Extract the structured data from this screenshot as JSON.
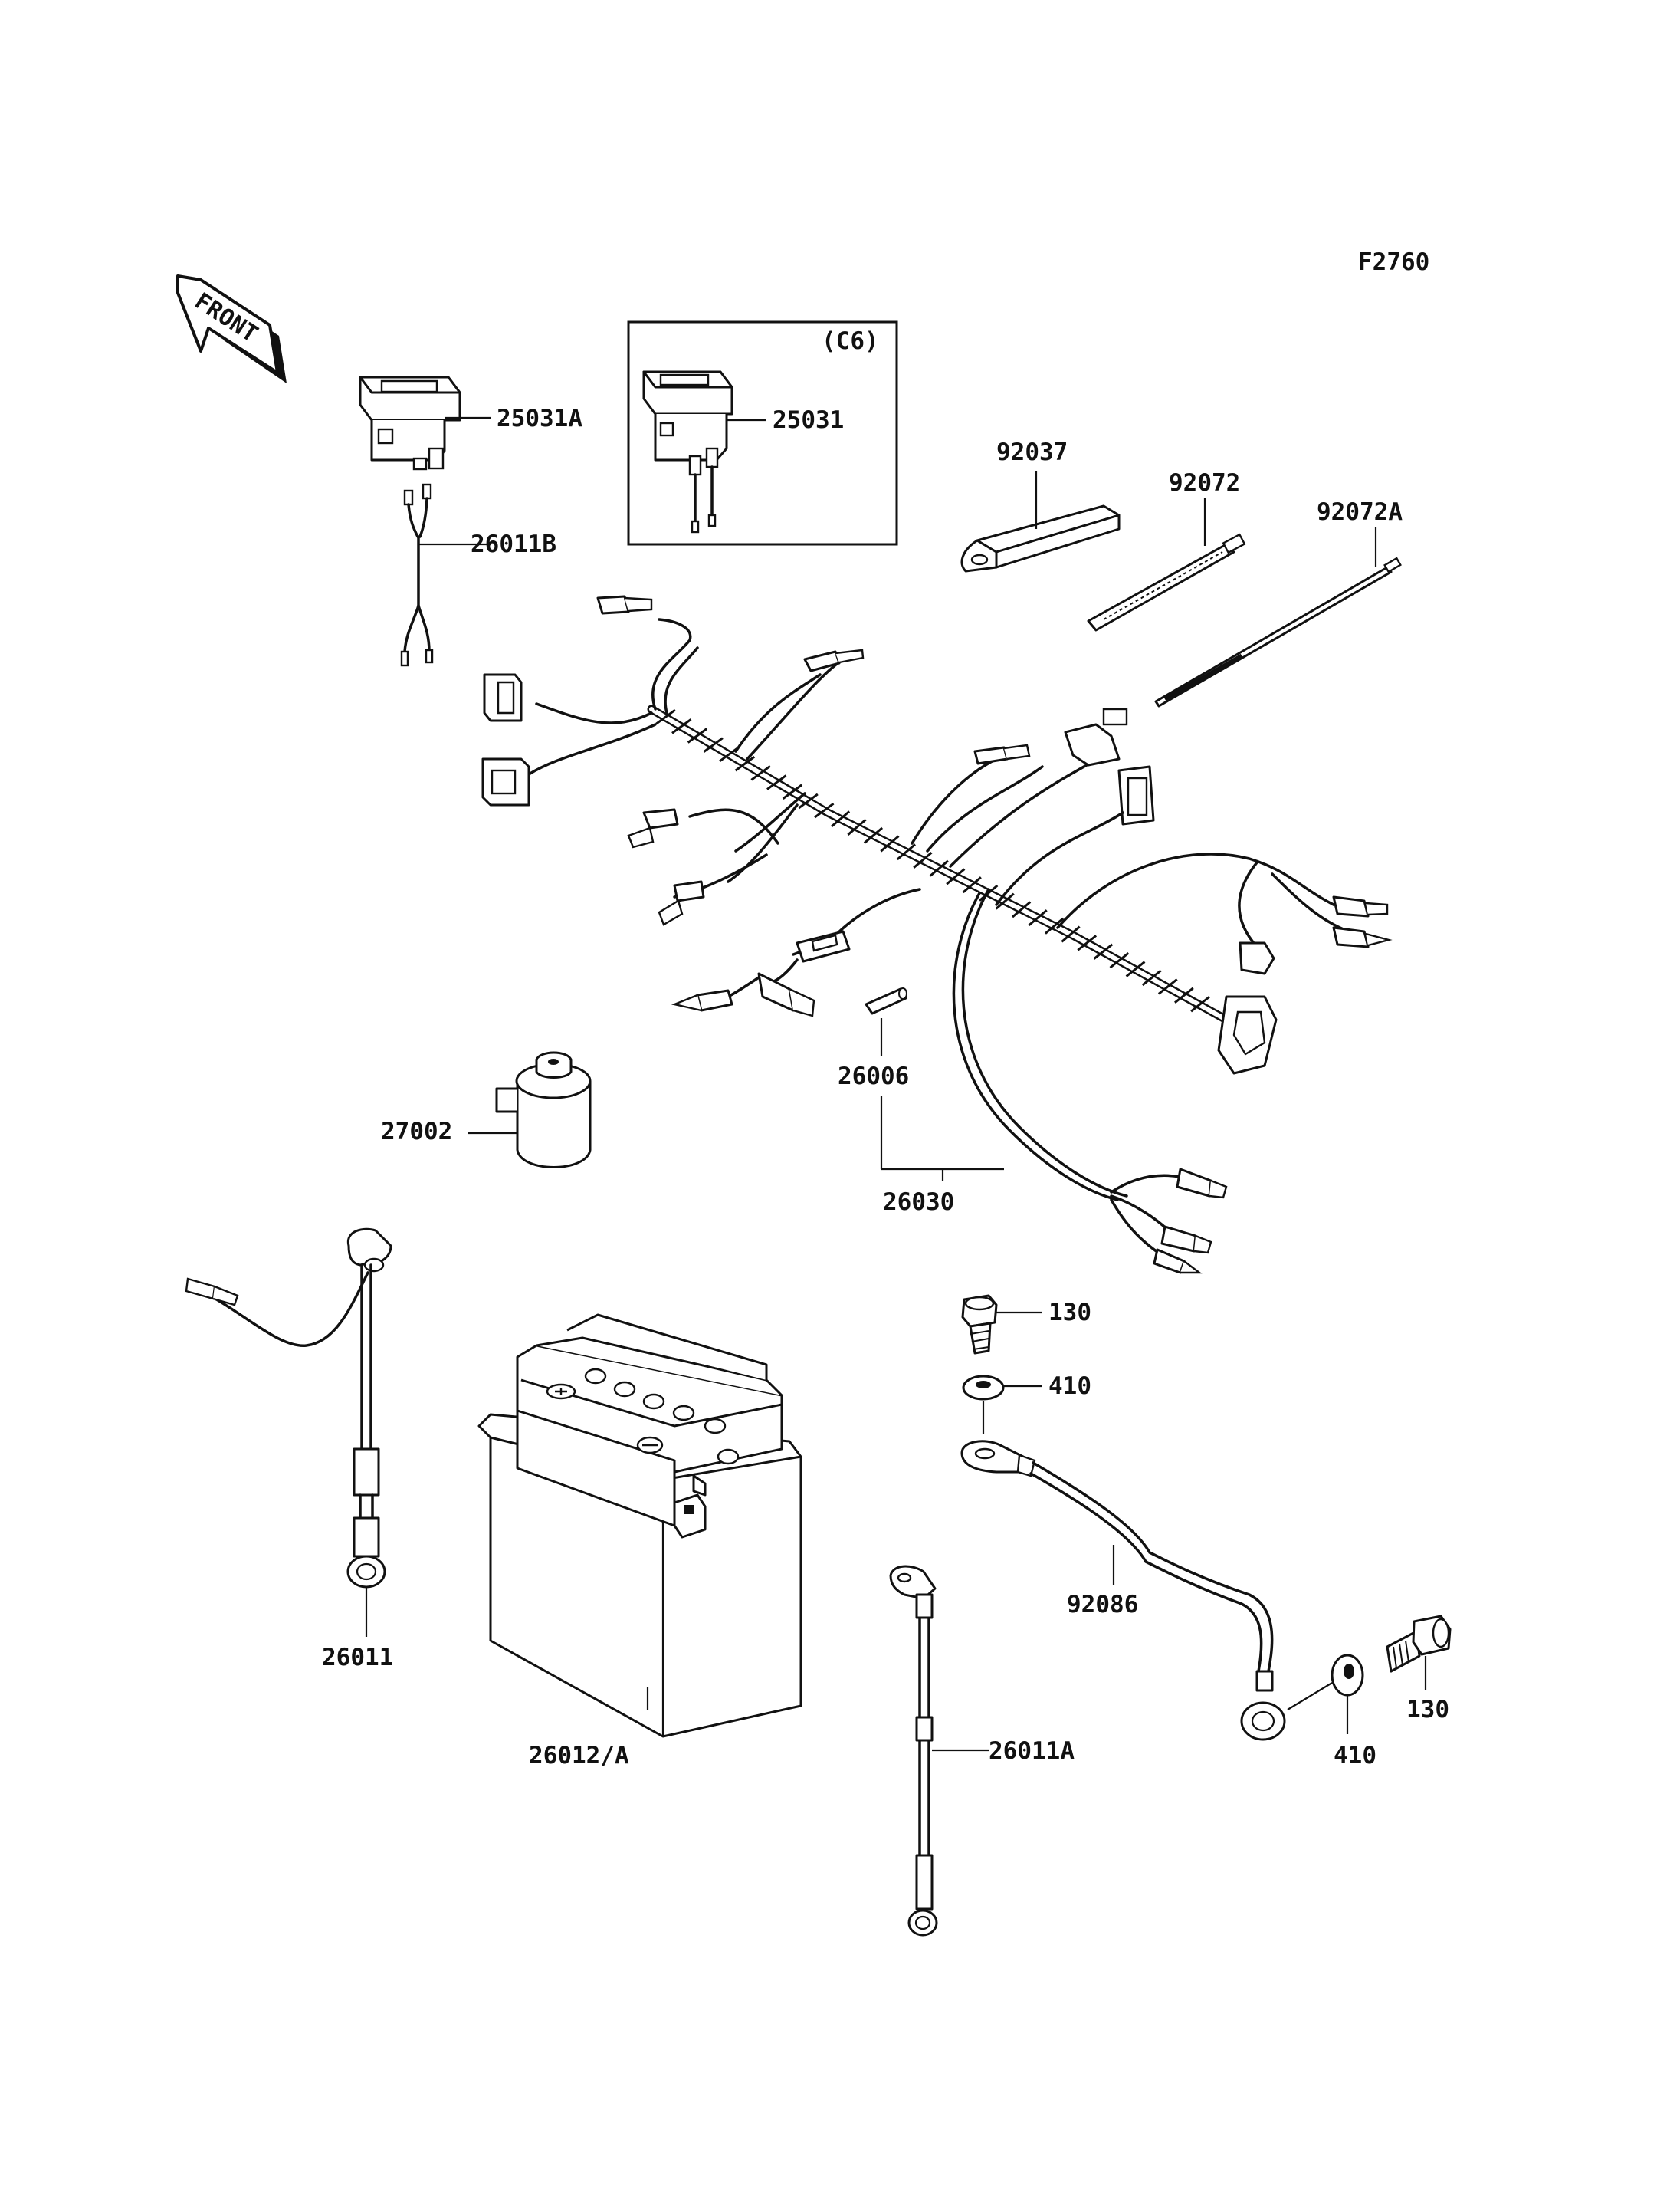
{
  "figure_code": "F2760",
  "front_label": "FRONT",
  "inset_label": "(C6)",
  "callouts": {
    "p25031A": "25031A",
    "p25031": "25031",
    "p26011B": "26011B",
    "p92037": "92037",
    "p92072": "92072",
    "p92072A": "92072A",
    "p26006": "26006",
    "p27002": "27002",
    "p26030": "26030",
    "p130_top": "130",
    "p410_top": "410",
    "p92086": "92086",
    "p26011": "26011",
    "p26012A": "26012/A",
    "p26011A": "26011A",
    "p130_bottom": "130",
    "p410_bottom": "410"
  }
}
